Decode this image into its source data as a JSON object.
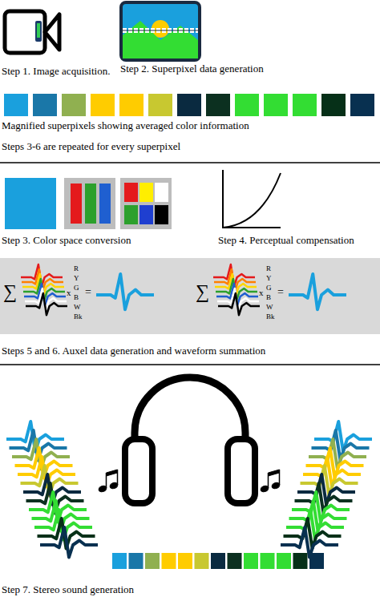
{
  "diagram": {
    "labels": [
      "Step 1. Image acquisition.",
      "Step 2. Superpixel data generation",
      "Magnified superpixels showing averaged color information",
      "Steps 3-6 are repeated for every superpixel",
      "Step 3. Color space conversion",
      "Step 4. Perceptual compensation",
      "∑",
      "x",
      "=",
      "R",
      "Y",
      "G",
      "B",
      "W",
      "Bk",
      "∑",
      "x",
      "=",
      "R",
      "Y",
      "G",
      "B",
      "W",
      "Bk",
      "Steps 5 and 6. Auxel data generation and waveform summation",
      "Step 7. Stereo sound generation"
    ]
  }
}
